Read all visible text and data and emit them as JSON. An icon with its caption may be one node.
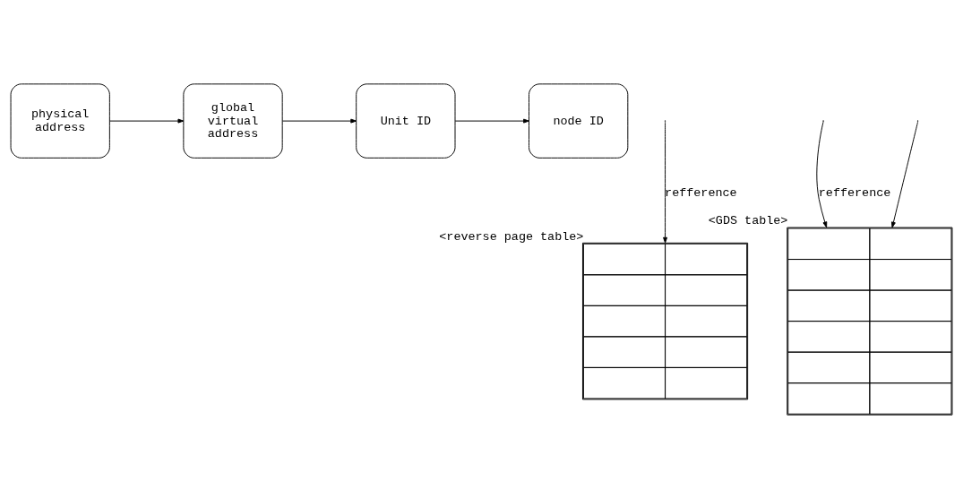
{
  "diagram": {
    "nodes": [
      {
        "text": [
          "physical address"
        ]
      },
      {
        "text": [
          "global virtual address"
        ]
      },
      {
        "text": [
          "Unit ID"
        ]
      },
      {
        "text": [
          "node ID"
        ]
      },
      {
        "text": [],
        "shape": "table",
        "beside": [
          "<reverse page table>"
        ]
      },
      {
        "text": [],
        "shape": "table",
        "beside": [
          "<GDS table>"
        ]
      }
    ],
    "edges": [
      {
        "from": 0,
        "to": 1,
        "arrow": "to"
      },
      {
        "from": 1,
        "to": 2,
        "arrow": "to"
      },
      {
        "from": 2,
        "to": 3,
        "arrow": "to"
      },
      {
        "from": null,
        "to": 4,
        "arrow": "to",
        "label": "refference"
      },
      {
        "from": null,
        "to": 5,
        "arrow": "to",
        "label": "refference"
      },
      {
        "from": null,
        "to": 5,
        "arrow": "to"
      }
    ]
  }
}
